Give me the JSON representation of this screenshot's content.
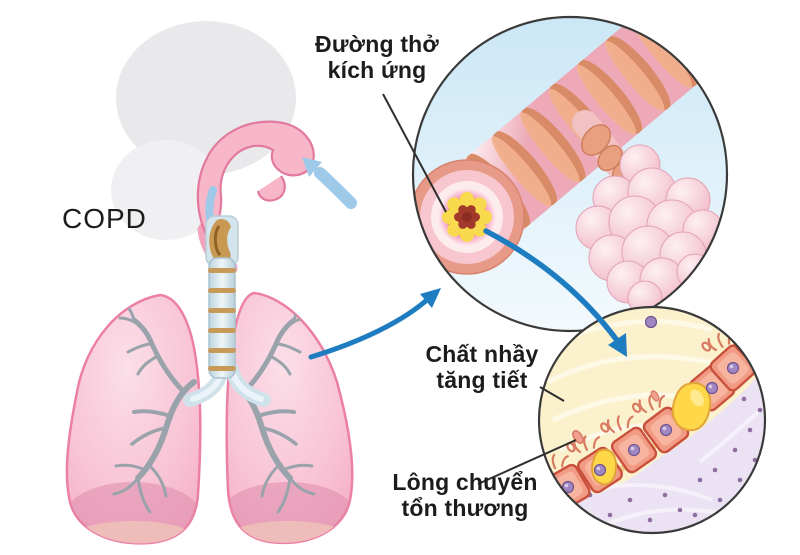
{
  "figure": {
    "type": "medical-illustration",
    "topic": "COPD - chronic obstructive pulmonary disease airway changes"
  },
  "labels": {
    "copd": "COPD",
    "airway_irritation": {
      "line1": "Đường thở",
      "line2": "kích ứng"
    },
    "mucus_hypersecretion": {
      "line1": "Chất nhầy",
      "line2": "tăng tiết"
    },
    "damaged_cilia": {
      "line1": "Lông chuyển",
      "line2": "tổn thương"
    }
  },
  "colors": {
    "label_text": "#1c1c1c",
    "leader_line": "#2e2e2e",
    "circle_outline": "#3a3a3a",
    "arrow_blue": "#1e7dc0",
    "inhale_blue": "#9ec9e8",
    "lung_pink": "#f5abc4",
    "lung_outline": "#ec7fa4",
    "band_salmon": "#e09070",
    "mucus_cream": "#fbf1cd",
    "tissue_lavender": "#ebe3f3",
    "cell_salmon": "#f19a84",
    "goblet_yellow": "#ffd84a",
    "ring_yellow": "#f9d94e",
    "lumen_red": "#a23a2c"
  }
}
